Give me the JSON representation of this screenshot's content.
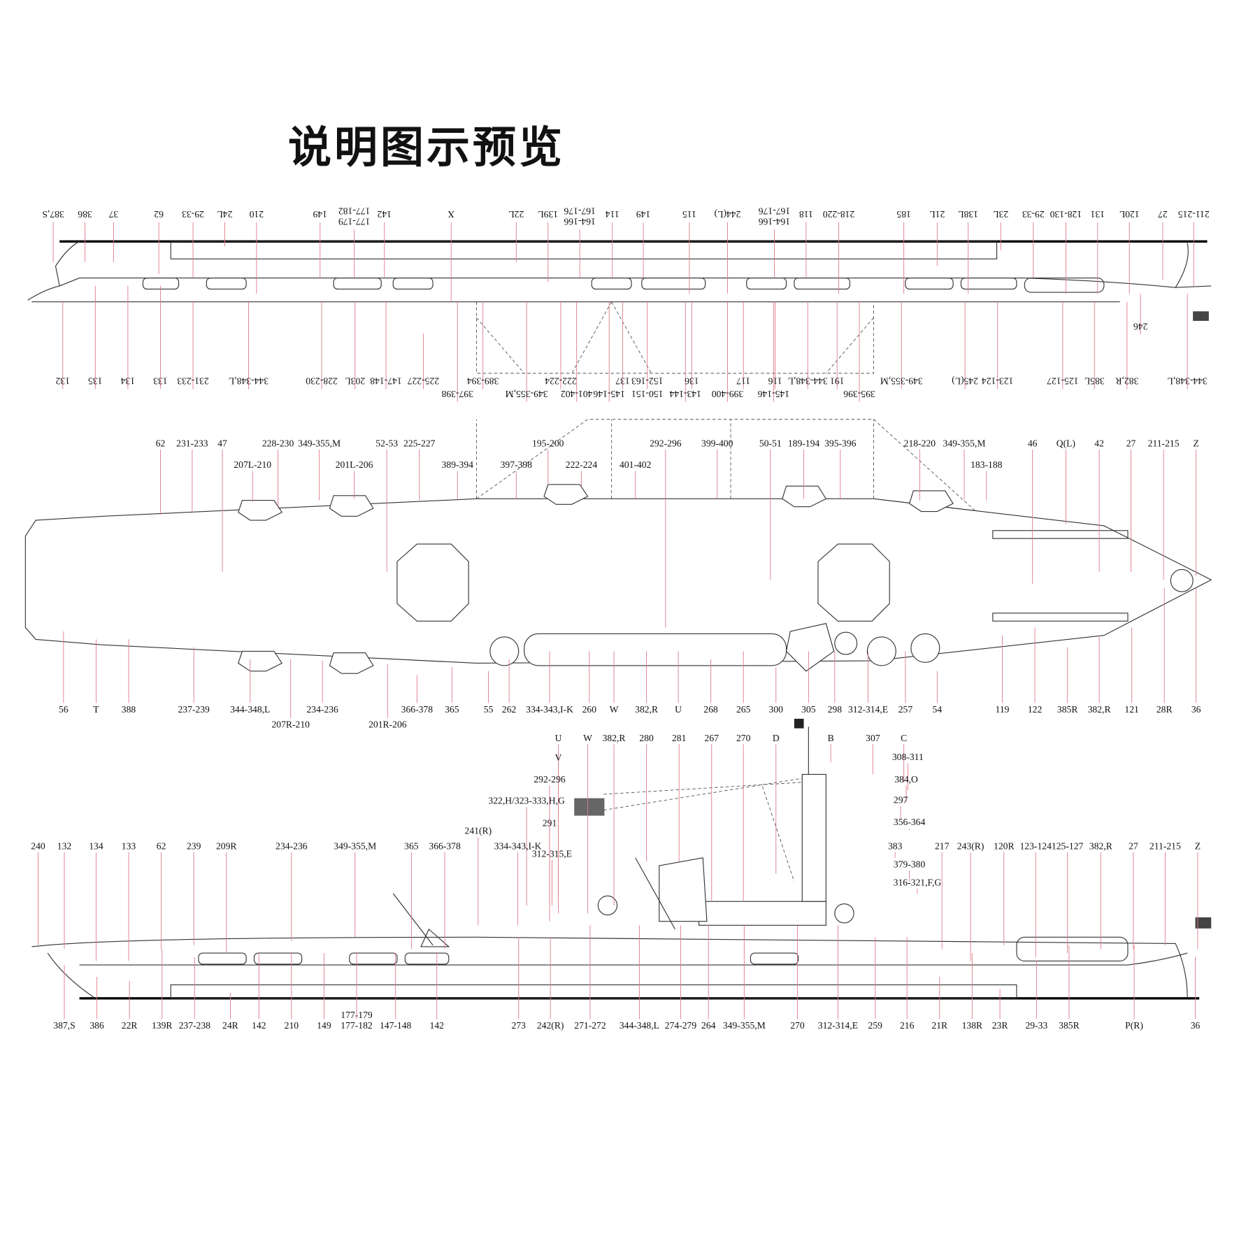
{
  "title": "说明图示预览",
  "colors": {
    "leader_line": "#e07a8a",
    "outline": "#333333",
    "flag": "#555555"
  },
  "top_view": {
    "top_labels": [
      "387,S",
      "386",
      "37",
      "62",
      "29-33",
      "24L",
      "210",
      "149",
      "177-182",
      "177-179",
      "142",
      "X",
      "22L",
      "139L",
      "167-176",
      "164-166",
      "114",
      "149",
      "115",
      "244(L)",
      "167-176",
      "164-166",
      "118",
      "218-220",
      "185",
      "21L",
      "138L",
      "23L",
      "29-33",
      "128-130",
      "131",
      "120L",
      "27",
      "211-215"
    ],
    "bottom_labels": [
      "132",
      "135",
      "134",
      "133",
      "231-233",
      "344-348,L",
      "228-230",
      "203L",
      "147-148",
      "225-227",
      "389-394",
      "397-398",
      "349-355,M",
      "222-224",
      "401-402",
      "145-146",
      "137",
      "152-163",
      "150-151",
      "143-144",
      "136",
      "399-400",
      "117",
      "116",
      "145-146",
      "344-348,L",
      "191",
      "395-396",
      "349-355,M",
      "245(L)",
      "123-124",
      "125-127",
      "385L",
      "382,R",
      "344-348,L"
    ],
    "extra_labels": [
      "246"
    ]
  },
  "plan_view": {
    "top_labels": [
      "62",
      "231-233",
      "47",
      "228-230",
      "349-355,M",
      "52-53",
      "225-227",
      "195-200",
      "292-296",
      "399-400",
      "50-51",
      "189-194",
      "395-396",
      "218-220",
      "349-355,M",
      "46",
      "Q(L)",
      "42",
      "27",
      "211-215",
      "Z"
    ],
    "second_labels": [
      "207L-210",
      "201L-206",
      "389-394",
      "397-398",
      "222-224",
      "401-402",
      "183-188"
    ],
    "bottom_labels": [
      "56",
      "T",
      "388",
      "237-239",
      "344-348,L",
      "234-236",
      "366-378",
      "365",
      "55",
      "262",
      "334-343,I-K",
      "260",
      "W",
      "382,R",
      "U",
      "268",
      "265",
      "300",
      "305",
      "298",
      "312-314,E",
      "257",
      "54",
      "119",
      "122",
      "385R",
      "382,R",
      "121",
      "28R",
      "36"
    ],
    "bottom_second_labels": [
      "207R-210",
      "201R-206"
    ]
  },
  "side_view": {
    "upper_labels": [
      "U",
      "W",
      "382,R",
      "280",
      "281",
      "267",
      "270",
      "D",
      "B",
      "307",
      "C",
      "V",
      "308-311",
      "292-296",
      "384,O",
      "322,H/323-333,H,G",
      "297",
      "291",
      "356-364",
      "241(R)",
      "312-315,E",
      "383",
      "334-343,I-K",
      "379-380",
      "316-321,F,G"
    ],
    "top_labels": [
      "240",
      "132",
      "134",
      "133",
      "62",
      "239",
      "209R",
      "234-236",
      "349-355,M",
      "365",
      "366-378",
      "217",
      "243(R)",
      "120R",
      "123-124",
      "125-127",
      "382,R",
      "27",
      "211-215",
      "Z"
    ],
    "bottom_labels": [
      "387,S",
      "386",
      "22R",
      "139R",
      "237-238",
      "24R",
      "142",
      "210",
      "149",
      "177-179",
      "177-182",
      "147-148",
      "142",
      "273",
      "242(R)",
      "271-272",
      "344-348,L",
      "274-279",
      "264",
      "349-355,M",
      "270",
      "312-314,E",
      "259",
      "216",
      "21R",
      "138R",
      "23R",
      "29-33",
      "385R",
      "P(R)",
      "36"
    ]
  }
}
